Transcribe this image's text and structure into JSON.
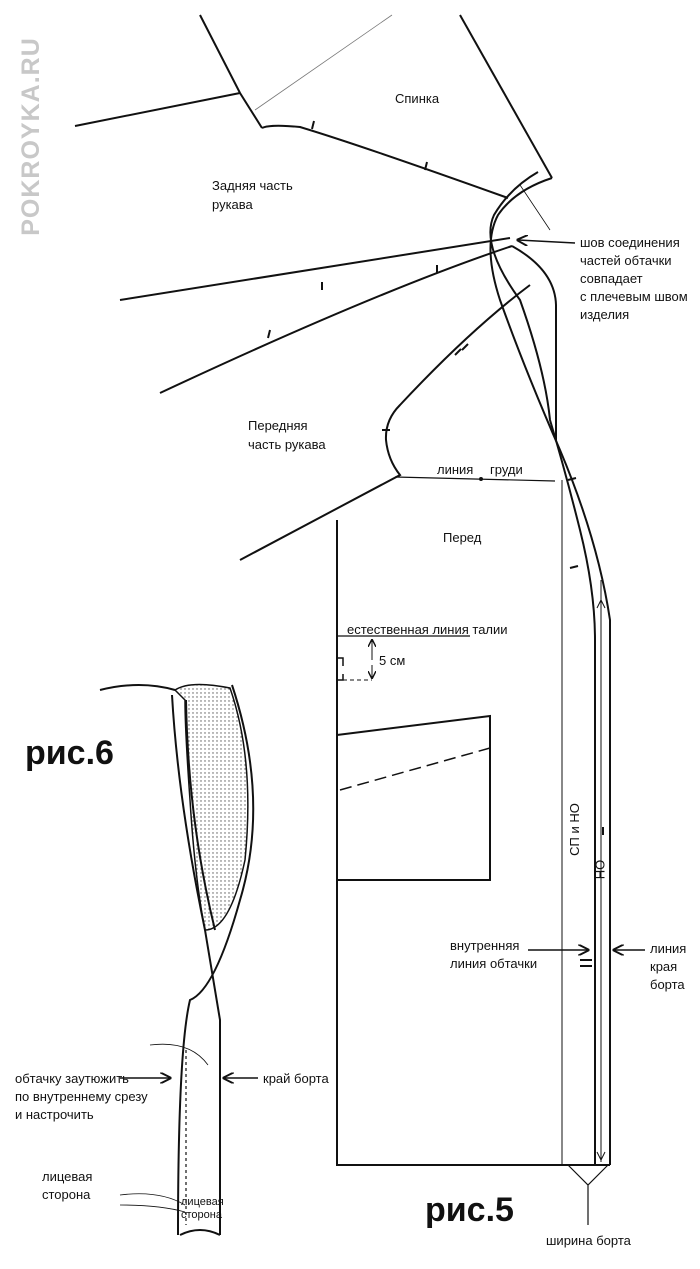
{
  "watermark": "POKROYKA.RU",
  "labels": {
    "back": "Спинка",
    "back_sleeve": [
      "Задняя часть",
      "рукава"
    ],
    "seam_note": [
      "шов соединения",
      "частей обтачки",
      "совпадает",
      "с плечевым швом",
      "изделия"
    ],
    "front_sleeve": [
      "Передняя",
      "часть рукава"
    ],
    "bust_line": [
      "линия",
      "груди"
    ],
    "front": "Перед",
    "waist_line": "естественная линия талии",
    "waist_offset": "5 см",
    "cf_label": "СП и НО",
    "no_label": "НО",
    "inner_facing_line": [
      "внутренняя",
      "линия обтачки"
    ],
    "edge_line": [
      "линия",
      "края",
      "борта"
    ],
    "press_note": [
      "обтачку заутюжить",
      "по внутреннему срезу",
      "и настрочить"
    ],
    "edge": "край борта",
    "right_side": [
      "лицевая",
      "сторона"
    ],
    "right_side_small": [
      "лицевая",
      "сторона"
    ],
    "border_width": "ширина борта"
  },
  "figures": {
    "fig5": "рис.5",
    "fig6": "рис.6"
  }
}
